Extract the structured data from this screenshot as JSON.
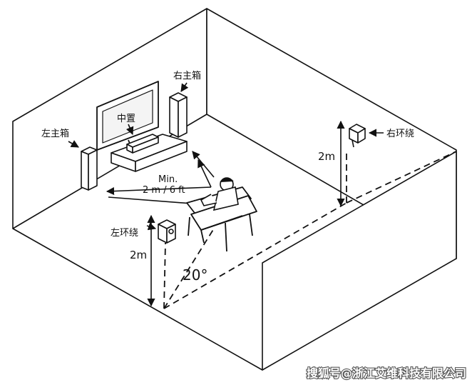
{
  "labels": {
    "right_main": "右主箱",
    "left_main": "左主箱",
    "center": "中置",
    "right_surround": "右环绕",
    "left_surround": "左环绕",
    "min_line1": "Min.",
    "min_line2": "2 m / 6 ft",
    "height_right": "2m",
    "height_left": "2m",
    "angle": "20°"
  },
  "watermark": "搜狐号@浙江艾维科技有限公司",
  "colors": {
    "line": "#111111",
    "background": "#ffffff",
    "screen": "#f4f4f4",
    "watermark": "#ffffff"
  }
}
